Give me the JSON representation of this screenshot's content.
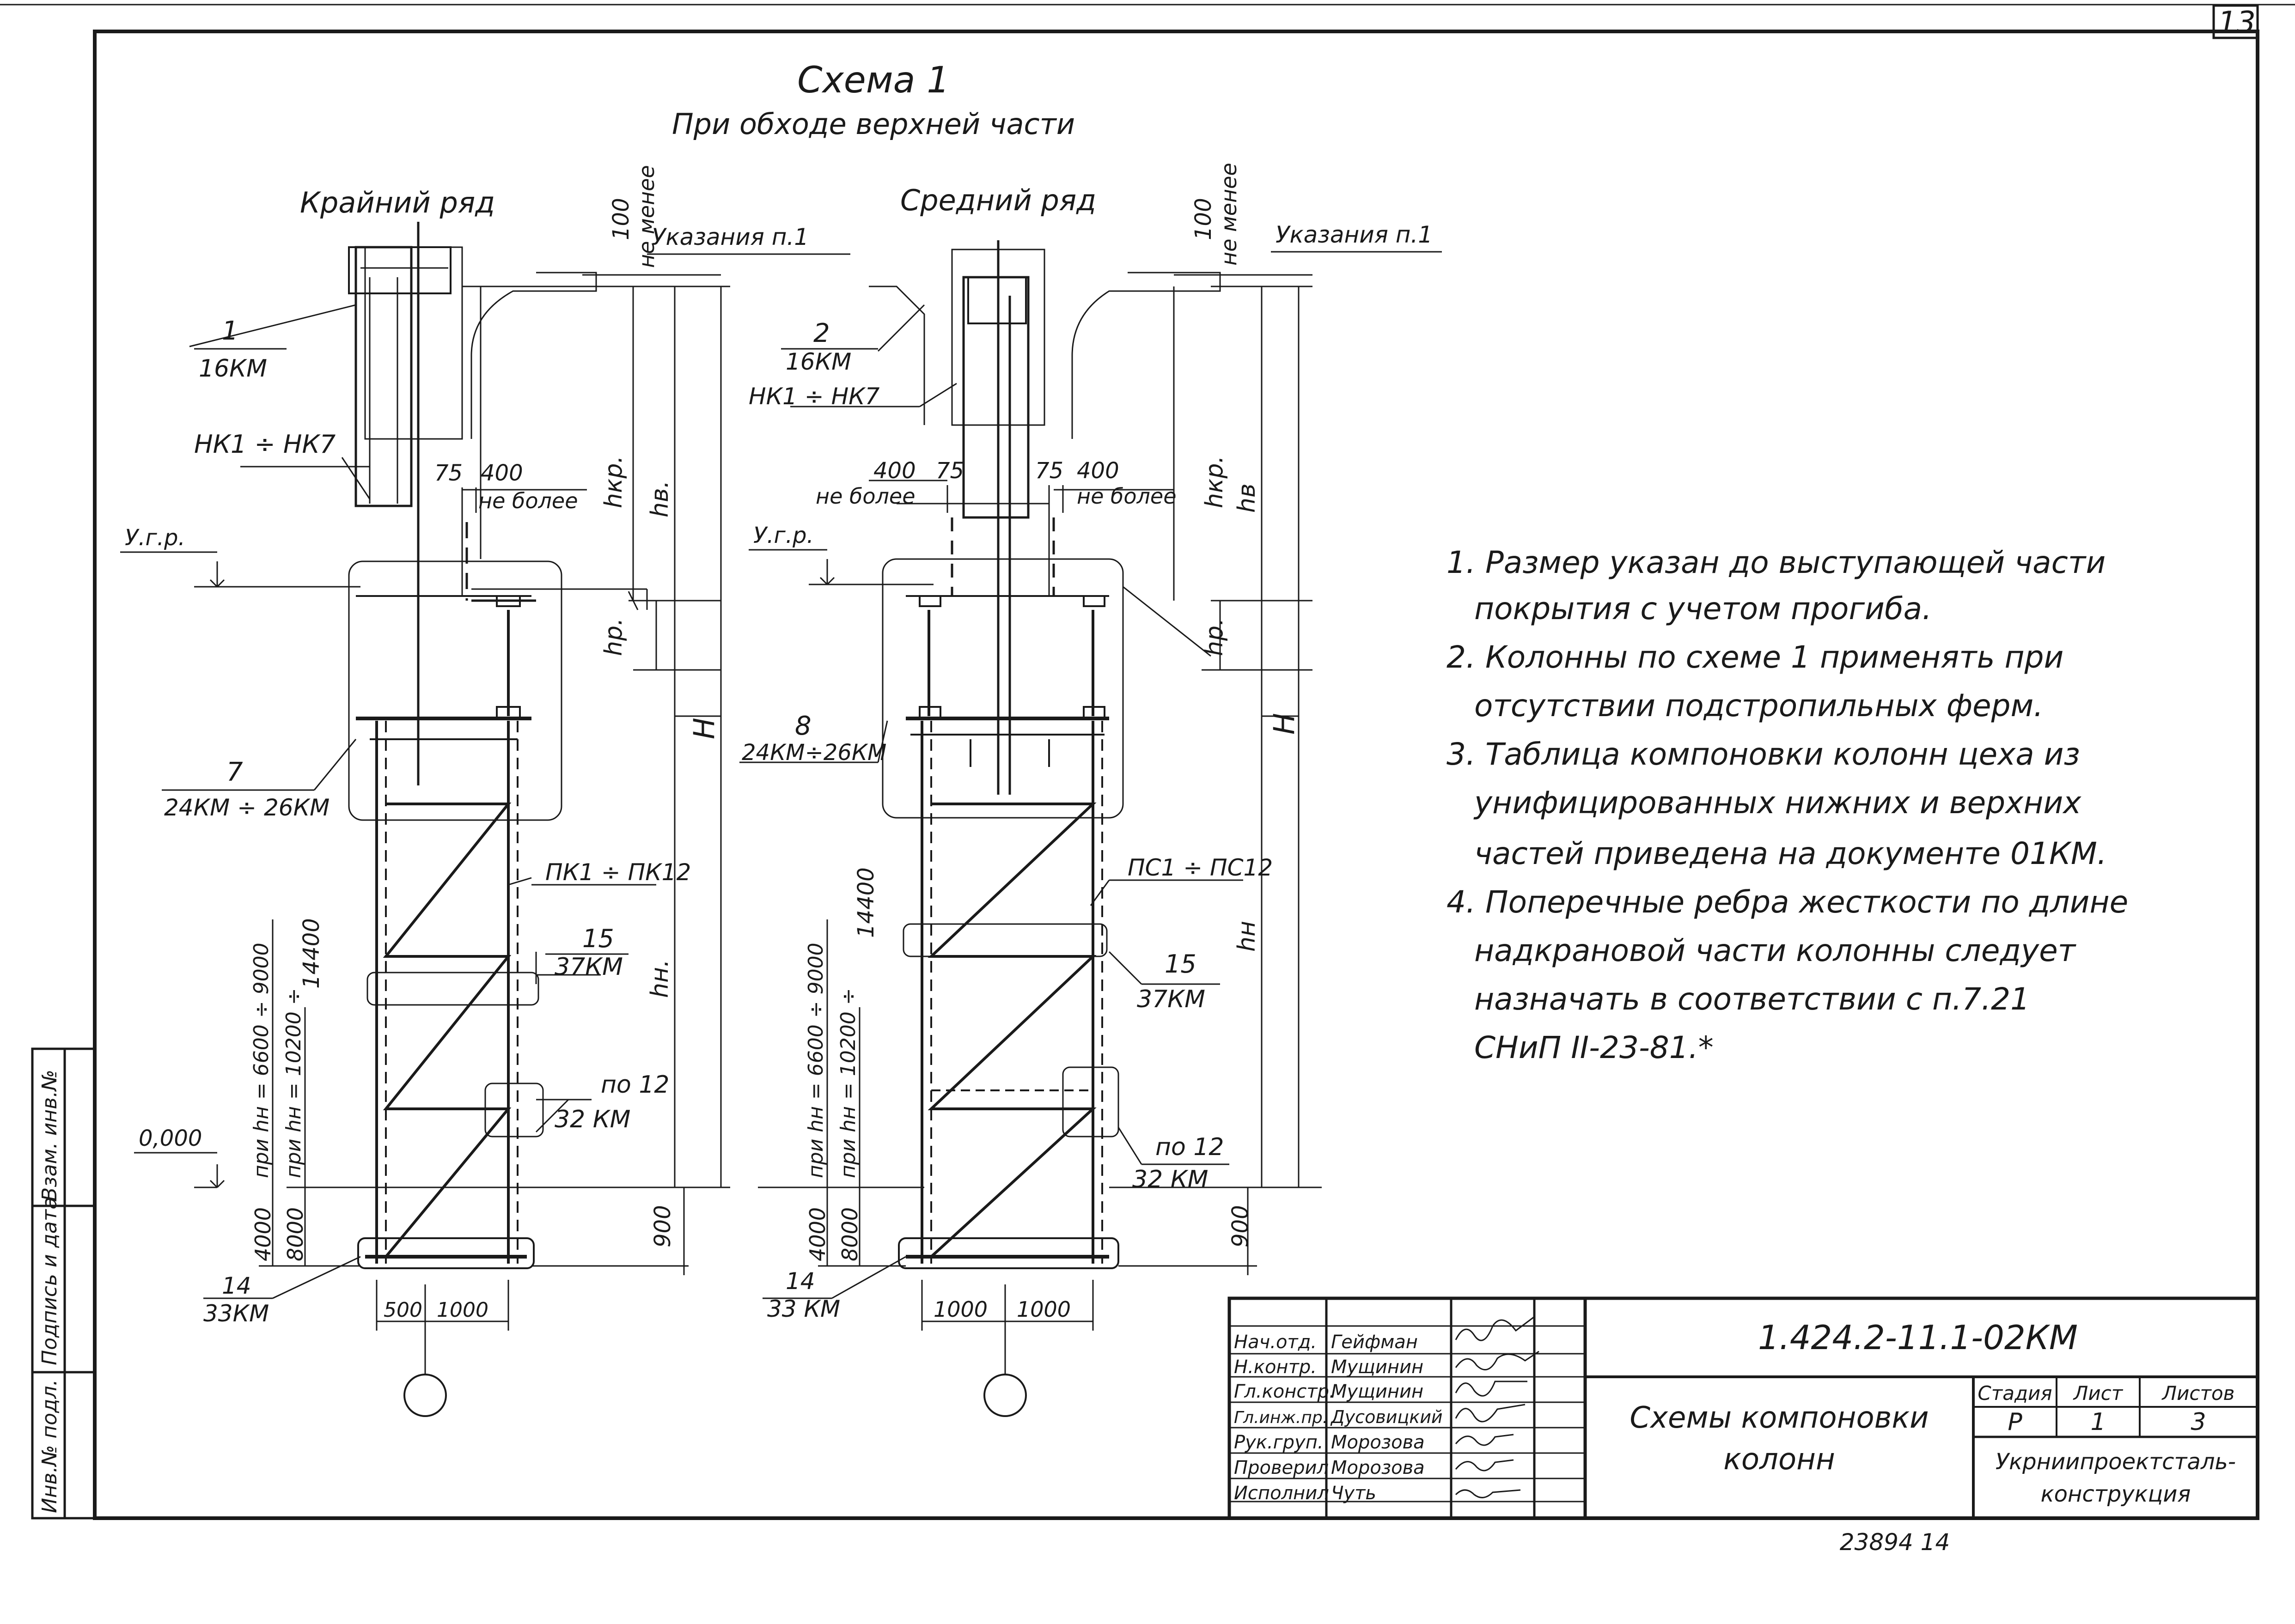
{
  "sheet_number": "13",
  "schema": {
    "title": "Схема 1",
    "subtitle": "При обходе верхней части"
  },
  "left_column": {
    "heading": "Крайний ряд",
    "mark_1_num": "1",
    "mark_1_doc": "16КМ",
    "nk_label": "НК1 ÷ НК7",
    "note_ref": "Указания п.1",
    "dim_100": "100",
    "not_less": "не менее",
    "dim_75": "75",
    "dim_400": "400",
    "not_more": "не более",
    "level_label": "У.г.р.",
    "h_kr": "hкр.",
    "h_v": "hв.",
    "h_r": "hр.",
    "H": "H",
    "mark_7_num": "7",
    "mark_7_doc": "24КМ ÷ 26КМ",
    "pk_label": "ПК1 ÷ ПК12",
    "mark_15_num": "15",
    "mark_15_doc": "37КМ",
    "h_n": "hн.",
    "dim_14400": "14400",
    "dim_range_a": "при hн = 6600 ÷ 9000",
    "dim_range_b": "при hн = 10200 ÷",
    "mark_12_num": "по 12",
    "mark_12_doc": "32 КМ",
    "zero_level": "0,000",
    "dim_4000": "4000",
    "dim_8000": "8000",
    "dim_900": "900",
    "mark_14_num": "14",
    "mark_14_doc": "33КМ",
    "dim_500": "500",
    "dim_1000": "1000"
  },
  "middle_column": {
    "heading": "Средний ряд",
    "mark_2_num": "2",
    "mark_2_doc": "16КМ",
    "nk_label": "НК1 ÷ НК7",
    "note_ref": "Указания п.1",
    "dim_100": "100",
    "not_less": "не менее",
    "dim_400_left": "400",
    "dim_75_left": "75",
    "not_more_left": "не более",
    "dim_75_right": "75",
    "dim_400_right": "400",
    "not_more_right": "не более",
    "level_label": "У.г.р.",
    "h_kr": "hкр.",
    "h_v": "hв",
    "h_r": "hр.",
    "H": "H",
    "mark_8_num": "8",
    "mark_8_doc": "24КМ÷26КМ",
    "pc_label": "ПС1 ÷ ПС12",
    "mark_15_num": "15",
    "mark_15_doc": "37КМ",
    "h_n": "hн",
    "dim_14400": "14400",
    "dim_range_a": "при hн = 6600 ÷ 9000",
    "dim_range_b": "при hн = 10200 ÷",
    "mark_12_num": "по 12",
    "mark_12_doc": "32 КМ",
    "dim_4000": "4000",
    "dim_8000": "8000",
    "dim_900": "900",
    "mark_14_num": "14",
    "mark_14_doc": "33 КМ",
    "dim_1000_a": "1000",
    "dim_1000_b": "1000"
  },
  "notes": [
    "1. Размер указан до выступающей части",
    "покрытия с учетом прогиба.",
    "2. Колонны по схеме 1 применять при",
    "отсутствии подстропильных ферм.",
    "3. Таблица компоновки колонн цеха из",
    "унифицированных нижних и верхних",
    "частей приведена на документе 01КМ.",
    "4. Поперечные ребра жесткости по длине",
    "надкрановой части колонны следует",
    "назначать в соответствии с п.7.21",
    "СНиП II-23-81.*"
  ],
  "side_stamp": [
    "Инв.№ подл.",
    "Подпись и дата",
    "Взам. инв.№"
  ],
  "title_block": {
    "doc_code": "1.424.2-11.1-02КМ",
    "doc_title_1": "Схемы компоновки",
    "doc_title_2": "колонн",
    "stage_h": "Стадия",
    "sheet_h": "Лист",
    "sheets_h": "Листов",
    "stage_v": "Р",
    "sheet_v": "1",
    "sheets_v": "3",
    "org_1": "Укрниипроектсталь-",
    "org_2": "конструкция",
    "roles": [
      {
        "role": "Нач.отд.",
        "name": "Гейфман"
      },
      {
        "role": "Н.контр.",
        "name": "Мущинин"
      },
      {
        "role": "Гл.констр.",
        "name": "Мущинин"
      },
      {
        "role": "Гл.инж.пр.",
        "name": "Дусовицкий"
      },
      {
        "role": "Рук.груп.",
        "name": "Морозова"
      },
      {
        "role": "Проверил",
        "name": "Морозова"
      },
      {
        "role": "Исполнил",
        "name": "Чуть"
      }
    ]
  },
  "footer_number": "23894 14"
}
